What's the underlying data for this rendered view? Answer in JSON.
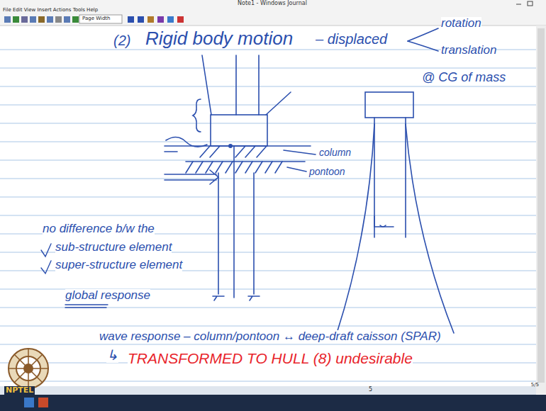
{
  "diagram": {
    "title": "Note1 - Windows Journal",
    "labels": [
      "File Edit View Insert Actions Tools Help",
      "Page Width",
      "(2)",
      "Rigid body motion",
      "– displaced",
      "rotation",
      "translation",
      "@ CG of mass",
      "column",
      "pontoon",
      "no difference b/w the",
      "sub-structure element",
      "super-structure element",
      "global response",
      "wave response – column/pontoon ↔ deep-draft caisson (SPAR)",
      "↳",
      "TRANSFORMED TO HULL (8) undesirable",
      "5/5",
      "5",
      "NPTEL"
    ]
  }
}
